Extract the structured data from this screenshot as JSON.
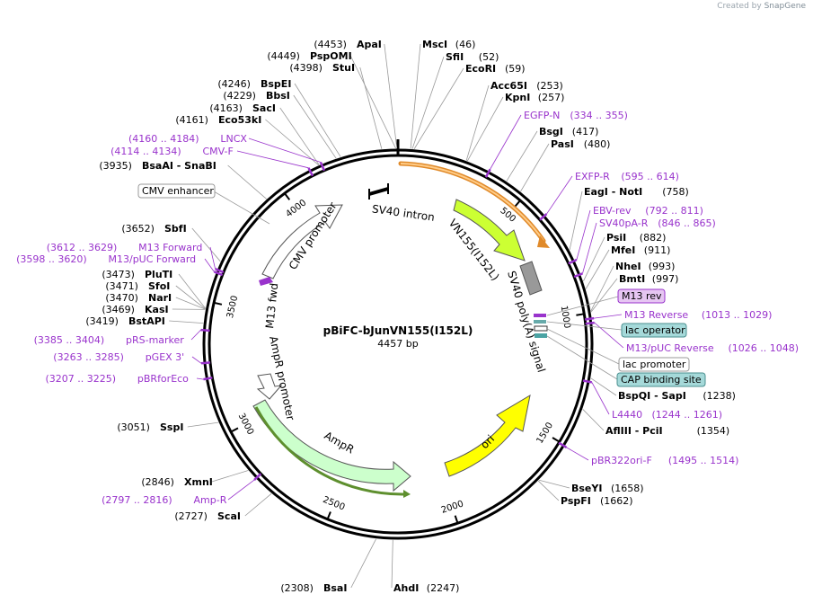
{
  "credit": {
    "prefix": "Created by",
    "brand": "SnapGene"
  },
  "plasmid": {
    "name": "pBiFC-bJunVN155(I152L)",
    "length_label": "4457 bp",
    "total_bp": 4457
  },
  "colors": {
    "enzyme": "#000000",
    "primer": "#9933cc",
    "backbone": "#000000",
    "egfp_fill": "#ccff33",
    "ori_fill": "#ffff00",
    "ampr_fill": "#ccffcc",
    "promoter_fill": "#ffffff",
    "polyA_fill": "#999999",
    "orange_arrow": "#ff9933"
  },
  "ticks": [
    {
      "bp": 500,
      "label": "500"
    },
    {
      "bp": 1000,
      "label": "1000"
    },
    {
      "bp": 1500,
      "label": "1500"
    },
    {
      "bp": 2000,
      "label": "2000"
    },
    {
      "bp": 2500,
      "label": "2500"
    },
    {
      "bp": 3000,
      "label": "3000"
    },
    {
      "bp": 3500,
      "label": "3500"
    },
    {
      "bp": 4000,
      "label": "4000"
    }
  ],
  "enzymes": [
    {
      "name": "MscI",
      "pos": "(46)",
      "bp": 46
    },
    {
      "name": "SfiI",
      "pos": "(52)",
      "bp": 52
    },
    {
      "name": "EcoRI",
      "pos": "(59)",
      "bp": 59
    },
    {
      "name": "Acc65I",
      "pos": "(253)",
      "bp": 253
    },
    {
      "name": "KpnI",
      "pos": "(257)",
      "bp": 257
    },
    {
      "name": "BsgI",
      "pos": "(417)",
      "bp": 417
    },
    {
      "name": "PasI",
      "pos": "(480)",
      "bp": 480
    },
    {
      "name": "EagI - NotI",
      "pos": "(758)",
      "bp": 758
    },
    {
      "name": "PsiI",
      "pos": "(882)",
      "bp": 882
    },
    {
      "name": "MfeI",
      "pos": "(911)",
      "bp": 911
    },
    {
      "name": "NheI",
      "pos": "(993)",
      "bp": 993
    },
    {
      "name": "BmtI",
      "pos": "(997)",
      "bp": 997
    },
    {
      "name": "BspQI - SapI",
      "pos": "(1238)",
      "bp": 1238
    },
    {
      "name": "AflIII - PciI",
      "pos": "(1354)",
      "bp": 1354
    },
    {
      "name": "BseYI",
      "pos": "(1658)",
      "bp": 1658
    },
    {
      "name": "PspFI",
      "pos": "(1662)",
      "bp": 1662
    },
    {
      "name": "AhdI",
      "pos": "(2247)",
      "bp": 2247
    },
    {
      "name": "BsaI",
      "pos": "(2308)",
      "bp": 2308
    },
    {
      "name": "ScaI",
      "pos": "(2727)",
      "bp": 2727
    },
    {
      "name": "XmnI",
      "pos": "(2846)",
      "bp": 2846
    },
    {
      "name": "SspI",
      "pos": "(3051)",
      "bp": 3051
    },
    {
      "name": "BstAPI",
      "pos": "(3419)",
      "bp": 3419
    },
    {
      "name": "KasI",
      "pos": "(3469)",
      "bp": 3469
    },
    {
      "name": "NarI",
      "pos": "(3470)",
      "bp": 3470
    },
    {
      "name": "SfoI",
      "pos": "(3471)",
      "bp": 3471
    },
    {
      "name": "PluTI",
      "pos": "(3473)",
      "bp": 3473
    },
    {
      "name": "SbfI",
      "pos": "(3652)",
      "bp": 3652
    },
    {
      "name": "BsaAI - SnaBI",
      "pos": "(3935)",
      "bp": 3935
    },
    {
      "name": "Eco53kI",
      "pos": "(4161)",
      "bp": 4161
    },
    {
      "name": "SacI",
      "pos": "(4163)",
      "bp": 4163
    },
    {
      "name": "BbsI",
      "pos": "(4229)",
      "bp": 4229
    },
    {
      "name": "BspEI",
      "pos": "(4246)",
      "bp": 4246
    },
    {
      "name": "StuI",
      "pos": "(4398)",
      "bp": 4398
    },
    {
      "name": "PspOMI",
      "pos": "(4449)",
      "bp": 4449
    },
    {
      "name": "ApaI",
      "pos": "(4453)",
      "bp": 4453
    }
  ],
  "primers": [
    {
      "name": "EGFP-N",
      "range": "(334 .. 355)",
      "bp": 344
    },
    {
      "name": "EXFP-R",
      "range": "(595 .. 614)",
      "bp": 604
    },
    {
      "name": "EBV-rev",
      "range": "(792 .. 811)",
      "bp": 801
    },
    {
      "name": "SV40pA-R",
      "range": "(846 .. 865)",
      "bp": 855
    },
    {
      "name": "M13 Reverse",
      "range": "(1013 .. 1029)",
      "bp": 1021
    },
    {
      "name": "M13/pUC Reverse",
      "range": "(1026 .. 1048)",
      "bp": 1037
    },
    {
      "name": "L4440",
      "range": "(1244 .. 1261)",
      "bp": 1252
    },
    {
      "name": "pBR322ori-F",
      "range": "(1495 .. 1514)",
      "bp": 1504
    },
    {
      "name": "Amp-R",
      "range": "(2797 .. 2816)",
      "bp": 2806
    },
    {
      "name": "pBRforEco",
      "range": "(3207 .. 3225)",
      "bp": 3216
    },
    {
      "name": "pGEX 3'",
      "range": "(3263 .. 3285)",
      "bp": 3274
    },
    {
      "name": "pRS-marker",
      "range": "(3385 .. 3404)",
      "bp": 3394
    },
    {
      "name": "M13/pUC Forward",
      "range": "(3598 .. 3620)",
      "bp": 3609
    },
    {
      "name": "M13 Forward",
      "range": "(3612 .. 3629)",
      "bp": 3620
    },
    {
      "name": "CMV-F",
      "range": "(4114 .. 4134)",
      "bp": 4124
    },
    {
      "name": "LNCX",
      "range": "(4160 .. 4184)",
      "bp": 4172
    }
  ],
  "feature_labels": {
    "sv40_intron": "SV40 intron",
    "vn155": "VN155(I152L)",
    "sv40_polyA": "SV40 poly(A) signal",
    "cmv_promoter": "CMV promoter",
    "m13_fwd": "M13 fwd",
    "ampr_promoter": "AmpR promoter",
    "ampr": "AmpR",
    "ori": "ori"
  },
  "boxed_features": {
    "cmv_enhancer": "CMV enhancer",
    "m13_rev": "M13 rev",
    "lac_operator": "lac operator",
    "lac_promoter": "lac promoter",
    "cap_binding_site": "CAP binding site"
  }
}
